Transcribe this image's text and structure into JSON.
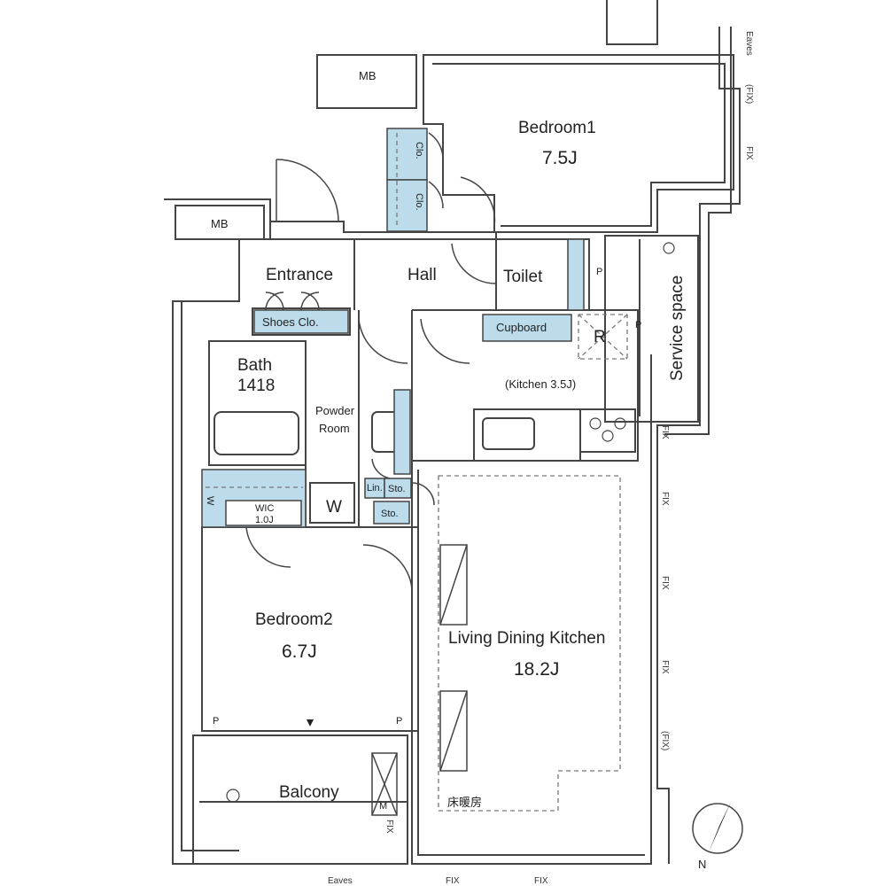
{
  "rooms": {
    "bedroom1": {
      "name": "Bedroom1",
      "area": "7.5J"
    },
    "bedroom2": {
      "name": "Bedroom2",
      "area": "6.7J"
    },
    "ldk": {
      "name": "Living Dining Kitchen",
      "area": "18.2J"
    },
    "kitchen": "(Kitchen 3.5J)",
    "bath": {
      "name": "Bath",
      "size": "1418"
    },
    "powder_line1": "Powder",
    "powder_line2": "Room",
    "entrance": "Entrance",
    "hall": "Hall",
    "toilet": "Toilet",
    "balcony": "Balcony",
    "service_space": "Service space",
    "mb_top": "MB",
    "mb_left": "MB"
  },
  "storage": {
    "shoes": "Shoes Clo.",
    "cupboard": "Cupboard",
    "clo_top": "Clo.",
    "clo_bottom": "Clo.",
    "wic": {
      "name": "WIC",
      "area": "1.0J"
    },
    "lin": "Lin.",
    "sto_top": "Sto.",
    "sto_bottom": "Sto.",
    "wic_w": "W"
  },
  "symbols": {
    "washer": "W",
    "refrigerator": "R",
    "pipe_space": "P",
    "floor_heating": "床暖房",
    "meter": "M",
    "north": "N"
  },
  "annotations": {
    "eaves": "Eaves",
    "fix": "FIX",
    "fix_paren": "(FIX)"
  },
  "colors": {
    "storage_fill": "#bcdcec",
    "wall": "#444444",
    "dash": "#666666"
  }
}
